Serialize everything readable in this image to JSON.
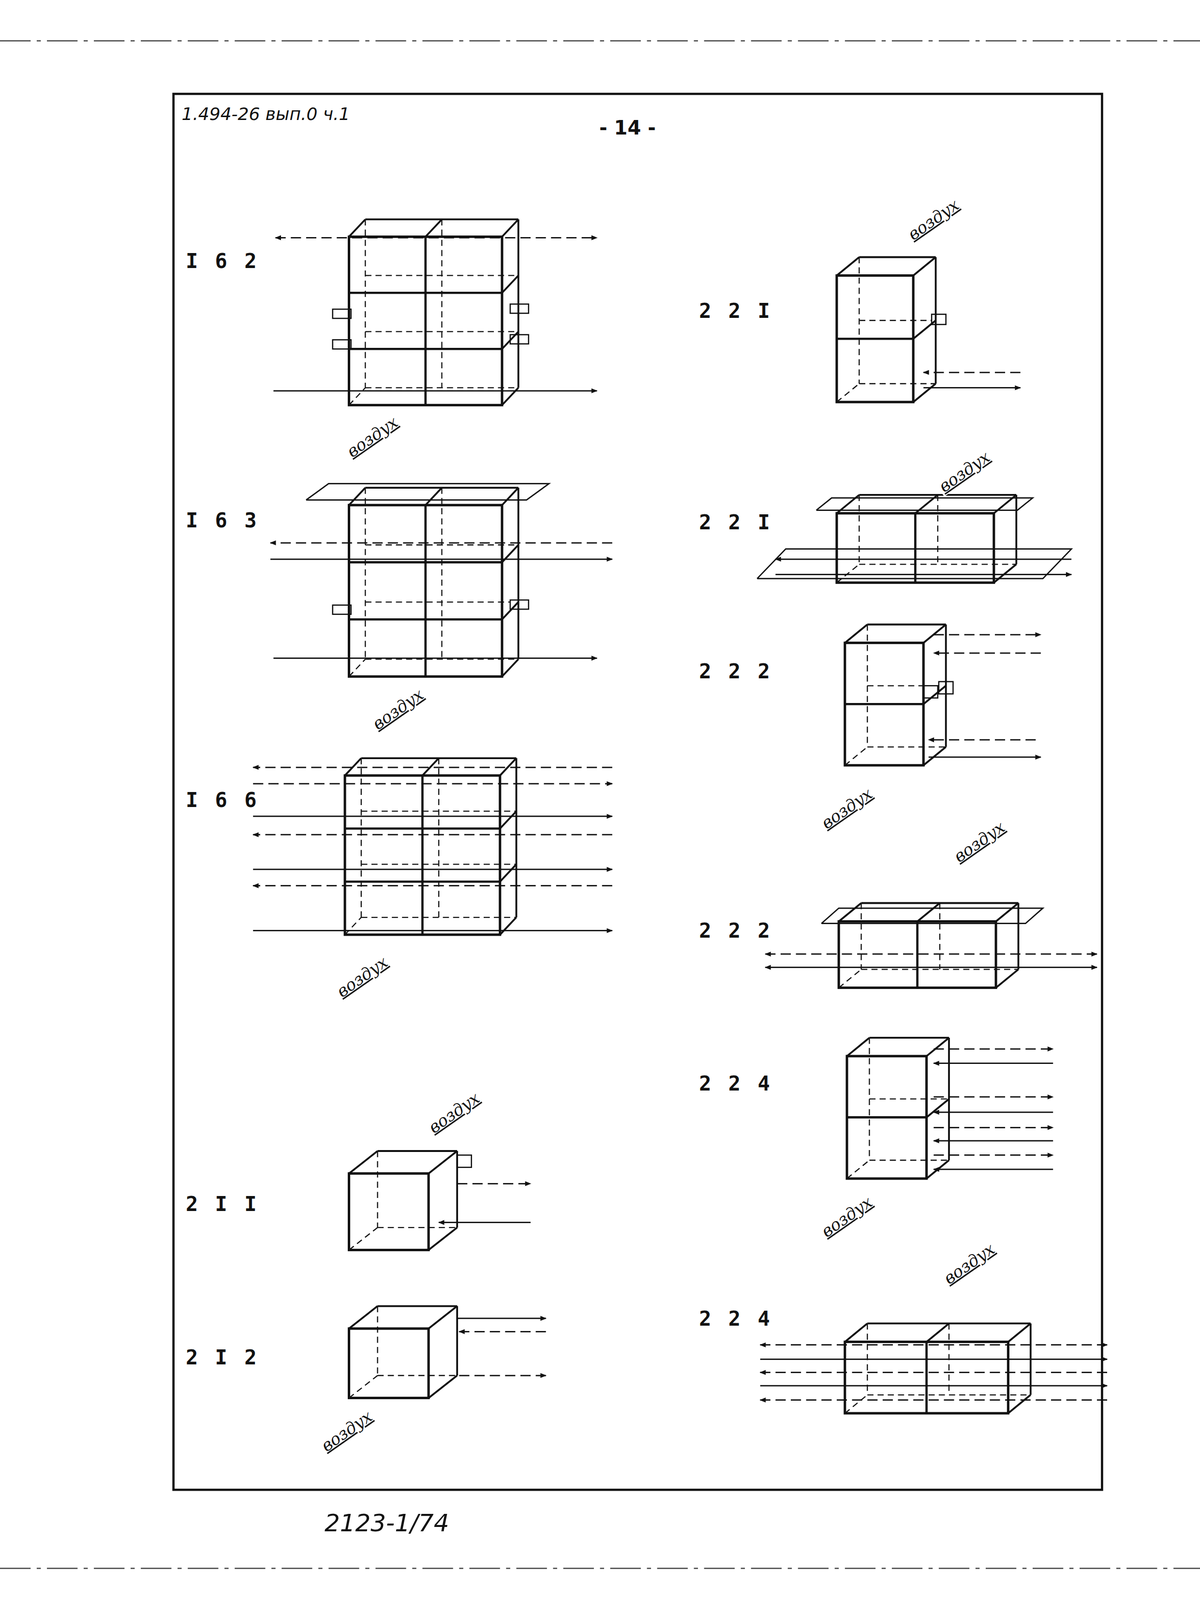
{
  "diagram": {
    "labels": [
      "1.494-26 вып.0 ч.1",
      "- 14 -",
      "I 6 2",
      "воздух",
      "I 6 3",
      "воздух",
      "I 6 6",
      "воздух",
      "воздух",
      "2 I I",
      "2 I 2",
      "воздух",
      "воздух",
      "2 2 I",
      "воздух",
      "2 2 I",
      "2 2 2",
      "воздух",
      "воздух",
      "2 2 2",
      "2 2 4",
      "воздух",
      "воздух",
      "2 2 4",
      "2123-1/74"
    ]
  }
}
